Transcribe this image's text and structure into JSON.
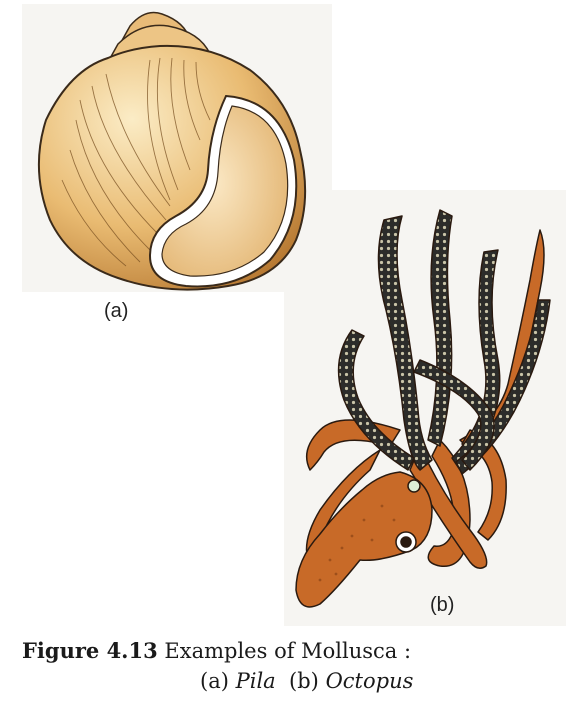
{
  "figure": {
    "panel_a_label": "(a)",
    "panel_b_label": "(b)",
    "caption_number": "Figure 4.13",
    "caption_title": "Examples of Mollusca :",
    "caption_line2": {
      "a_prefix": "(a) ",
      "a_name": "Pila",
      "b_prefix": "(b) ",
      "b_name": "Octopus"
    }
  },
  "colors": {
    "shell_light": "#f2d9a6",
    "shell_dark": "#c98d42",
    "octopus_body": "#c86a28",
    "octopus_arm_dark": "#2c2c2a"
  }
}
